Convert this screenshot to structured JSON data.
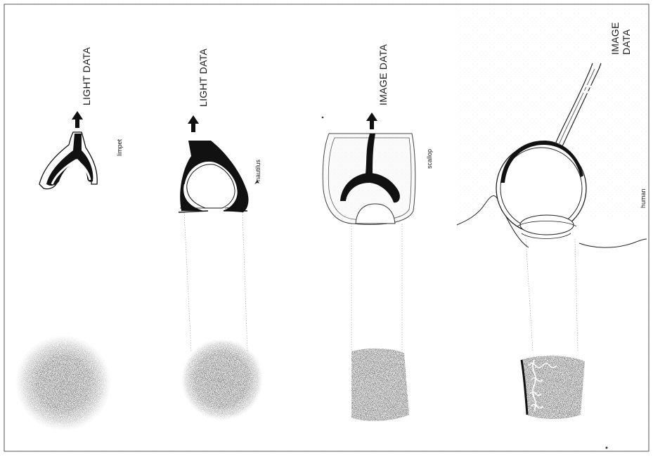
{
  "figure": {
    "frame": true,
    "rows": [
      {
        "organism": "limpet",
        "output_label": "LIGHT DATA"
      },
      {
        "organism": "nautilus",
        "output_label": "LIGHT DATA"
      },
      {
        "organism": "scallop",
        "output_label": "IMAGE DATA"
      },
      {
        "organism": "human",
        "output_label_line1": "IMAGE",
        "output_label_line2": "DATA"
      }
    ],
    "colors": {
      "ink": "#1a1a1a",
      "paper": "#ffffff",
      "speckle": "#d9d9d9"
    }
  }
}
